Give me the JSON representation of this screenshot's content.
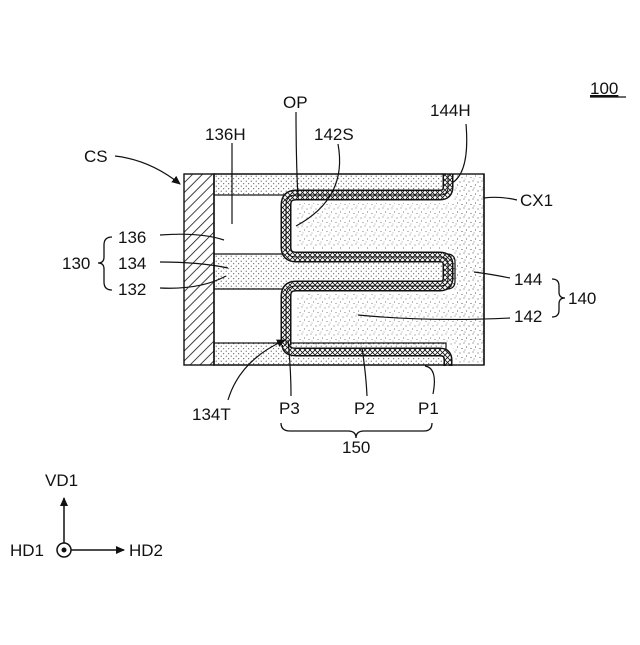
{
  "figure_label": "100",
  "labels": {
    "cs": "CS",
    "h136": "136H",
    "op": "OP",
    "s142": "142S",
    "h144": "144H",
    "cx1": "CX1",
    "l136": "136",
    "l134": "134",
    "l132": "132",
    "l130": "130",
    "l144": "144",
    "l142": "142",
    "l140": "140",
    "t134": "134T",
    "p3": "P3",
    "p2": "P2",
    "p1": "P1",
    "l150": "150"
  },
  "axes": {
    "vertical": "VD1",
    "horizontal": "HD2",
    "out_of_plane": "HD1"
  }
}
